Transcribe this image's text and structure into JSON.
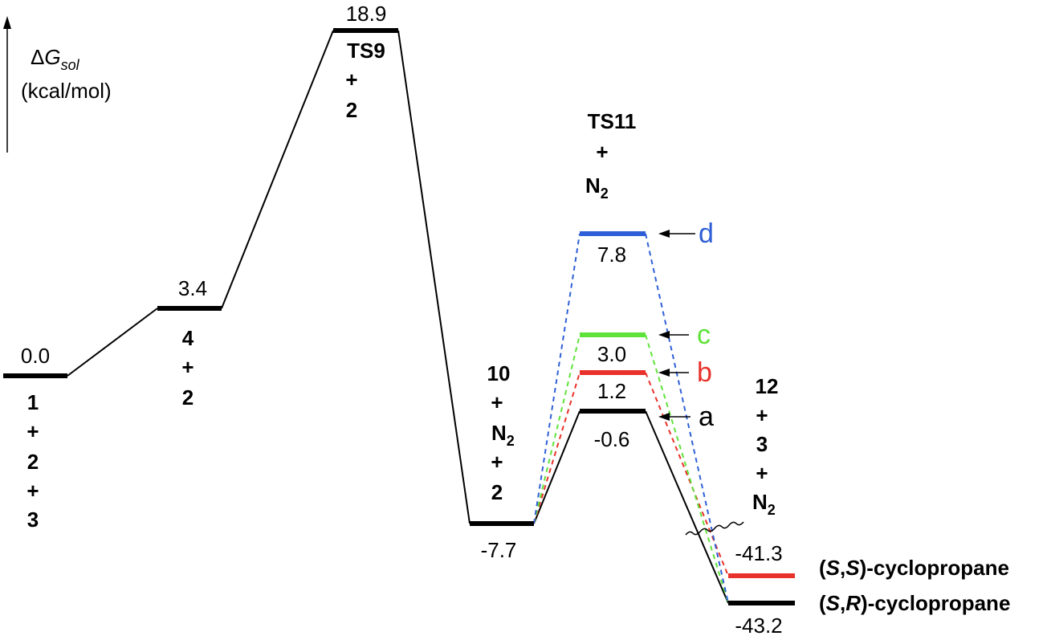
{
  "axis": {
    "delta": "Δ",
    "g": "G",
    "sub": "sol",
    "unit": "(kcal/mol)"
  },
  "levels": {
    "start": {
      "value": "0.0",
      "label": [
        "1",
        "+",
        "2",
        "+",
        "3"
      ]
    },
    "int4": {
      "value": "3.4",
      "label": [
        "4",
        "+",
        "2"
      ]
    },
    "ts9": {
      "value": "18.9",
      "label": [
        "TS9",
        "+",
        "2"
      ]
    },
    "int10": {
      "value": "-7.7",
      "label": [
        "10",
        "+",
        "N",
        "+",
        "2"
      ],
      "n_sub": "2"
    },
    "ts11_a": {
      "value": "-0.6"
    },
    "ts11_b": {
      "value": "1.2"
    },
    "ts11_c": {
      "value": "3.0"
    },
    "ts11_d": {
      "value": "7.8"
    },
    "ts11": {
      "label": [
        "TS11",
        "+",
        "N"
      ],
      "n_sub": "2"
    },
    "prod_ss": {
      "value": "-41.3"
    },
    "prod_sr": {
      "value": "-43.2"
    },
    "prod": {
      "label": [
        "12",
        "+",
        "3",
        "+",
        "N"
      ],
      "n_sub": "2"
    }
  },
  "pathways": {
    "a": {
      "letter": "a",
      "color": "#000000"
    },
    "b": {
      "letter": "b",
      "color": "#e8312a"
    },
    "c": {
      "letter": "c",
      "color": "#5fe23a"
    },
    "d": {
      "letter": "d",
      "color": "#2f5fd6"
    }
  },
  "products": {
    "ss": {
      "open": "(",
      "s1": "S",
      "comma": ",",
      "s2": "S",
      "rest": ")-cyclopropane"
    },
    "sr": {
      "open": "(",
      "s1": "S",
      "comma": ",",
      "s2": "R",
      "rest": ")-cyclopropane"
    }
  }
}
